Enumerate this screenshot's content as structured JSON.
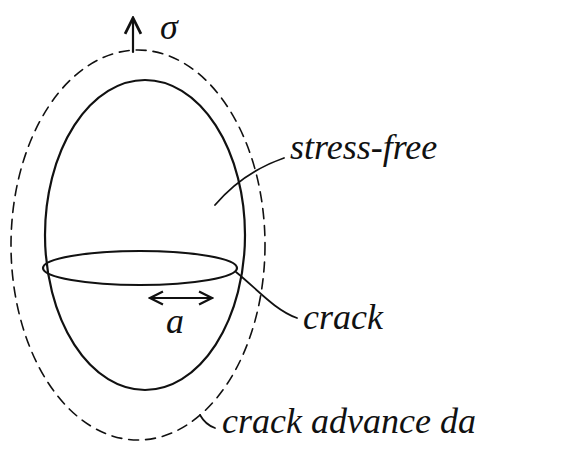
{
  "diagram": {
    "labels": [
      "σ",
      "stress-free",
      "a",
      "crack",
      "crack advance da"
    ]
  }
}
